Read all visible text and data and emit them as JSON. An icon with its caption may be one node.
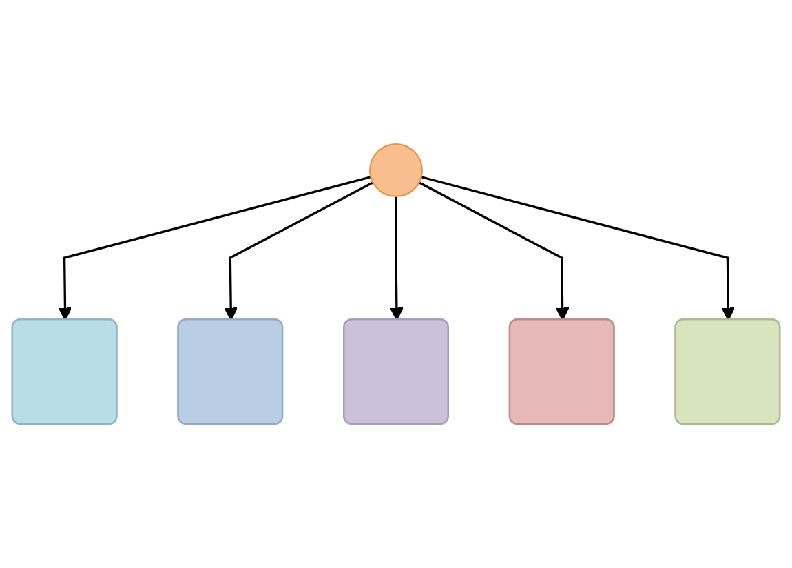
{
  "diagram": {
    "nodes": [
      {
        "text": [],
        "shape": "box"
      },
      {
        "text": [],
        "shape": "box"
      },
      {
        "text": [],
        "shape": "circle"
      },
      {
        "text": [],
        "shape": "box"
      },
      {
        "text": [],
        "shape": "box"
      },
      {
        "text": [],
        "shape": "box"
      }
    ],
    "edges": [
      {
        "from": 2,
        "to": 0,
        "arrow": "to"
      },
      {
        "from": 2,
        "to": 1,
        "arrow": "to"
      },
      {
        "from": 2,
        "to": 3,
        "arrow": "to"
      },
      {
        "from": 2,
        "to": 4,
        "arrow": "to"
      },
      {
        "from": 2,
        "to": 5,
        "arrow": "to"
      }
    ]
  }
}
